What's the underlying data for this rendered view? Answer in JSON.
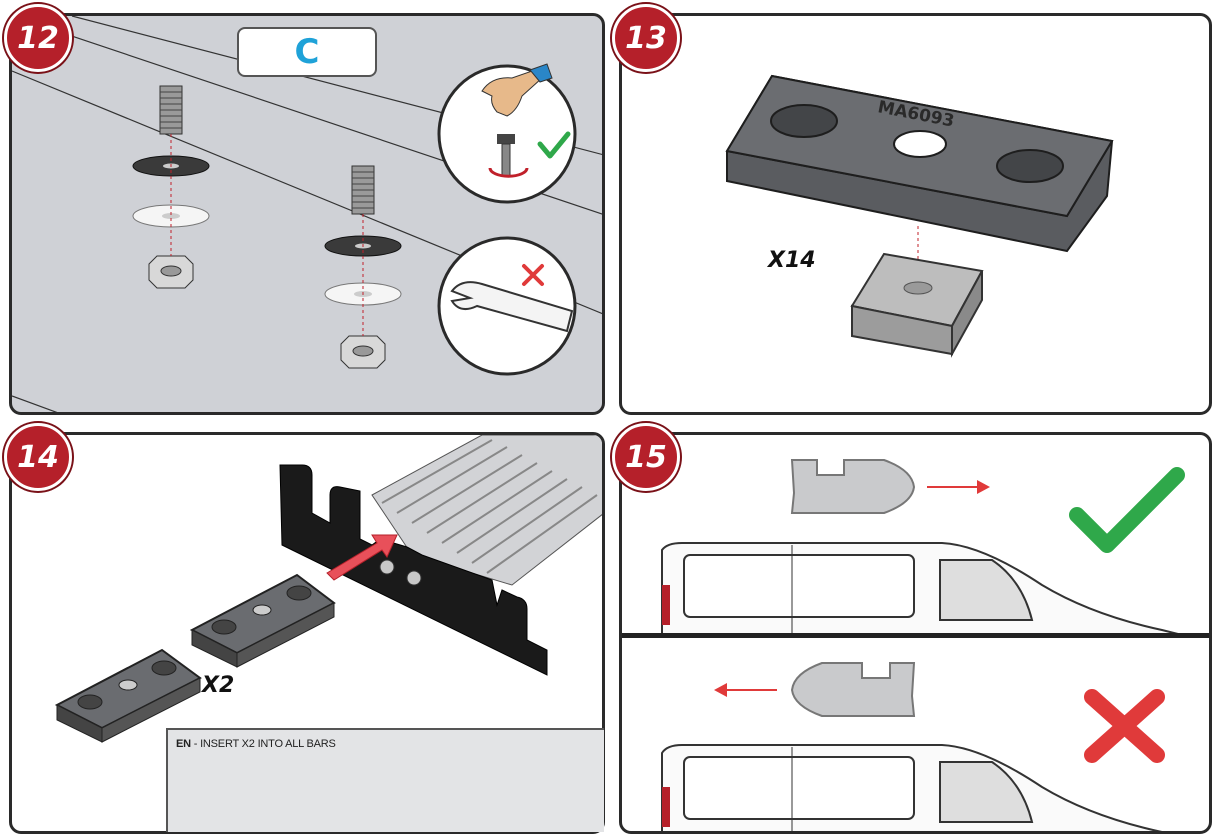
{
  "steps": {
    "s12": {
      "number": "12",
      "variant_label": "C"
    },
    "s13": {
      "number": "13",
      "quantity": "X14",
      "part_code": "MA6093"
    },
    "s14": {
      "number": "14",
      "quantity": "X2",
      "note_lang": "EN",
      "note_text": " - INSERT X2 INTO ALL BARS"
    },
    "s15": {
      "number": "15"
    }
  },
  "colors": {
    "badge_red": "#b5202a",
    "accent_blue": "#1fa2d8",
    "ok_green": "#2fa84a",
    "wrong_red": "#e03a3a"
  },
  "icons": [
    "check-icon",
    "cross-icon",
    "hand-icon",
    "wrench-icon",
    "arrow-right-icon",
    "arrow-left-icon"
  ]
}
